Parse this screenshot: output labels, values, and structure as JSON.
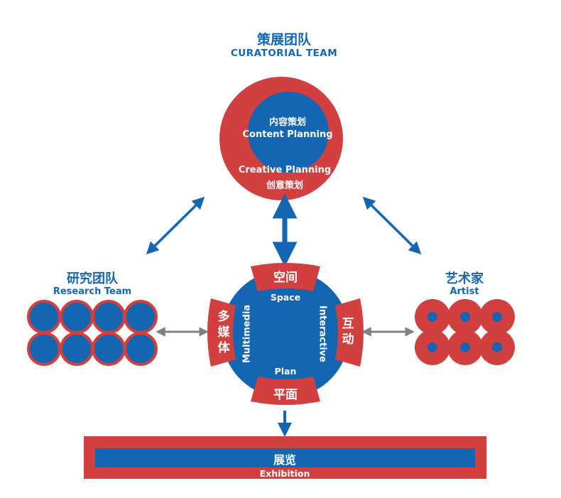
{
  "curatorial": {
    "title_cn": "策展团队",
    "title_en": "CURATORIAL TEAM",
    "inner_cn": "内容策划",
    "inner_en": "Content Planning",
    "outer_en": "Creative Planning",
    "outer_cn": "创意策划"
  },
  "research": {
    "title_cn": "研究团队",
    "title_en": "Research Team"
  },
  "artist": {
    "title_cn": "艺术家",
    "title_en": "Artist"
  },
  "hub": {
    "top_cn": "空间",
    "top_en": "Space",
    "right_cn": "互动",
    "right_en": "Interactive",
    "bottom_cn": "平面",
    "bottom_en": "Plan",
    "left_cn": "多媒体",
    "left_en": "Multimedia"
  },
  "exhibition": {
    "cn": "展览",
    "en": "Exhibition"
  },
  "colors": {
    "red": "#d23f3f",
    "blue": "#1466b3",
    "arrow_gray": "#808080"
  }
}
